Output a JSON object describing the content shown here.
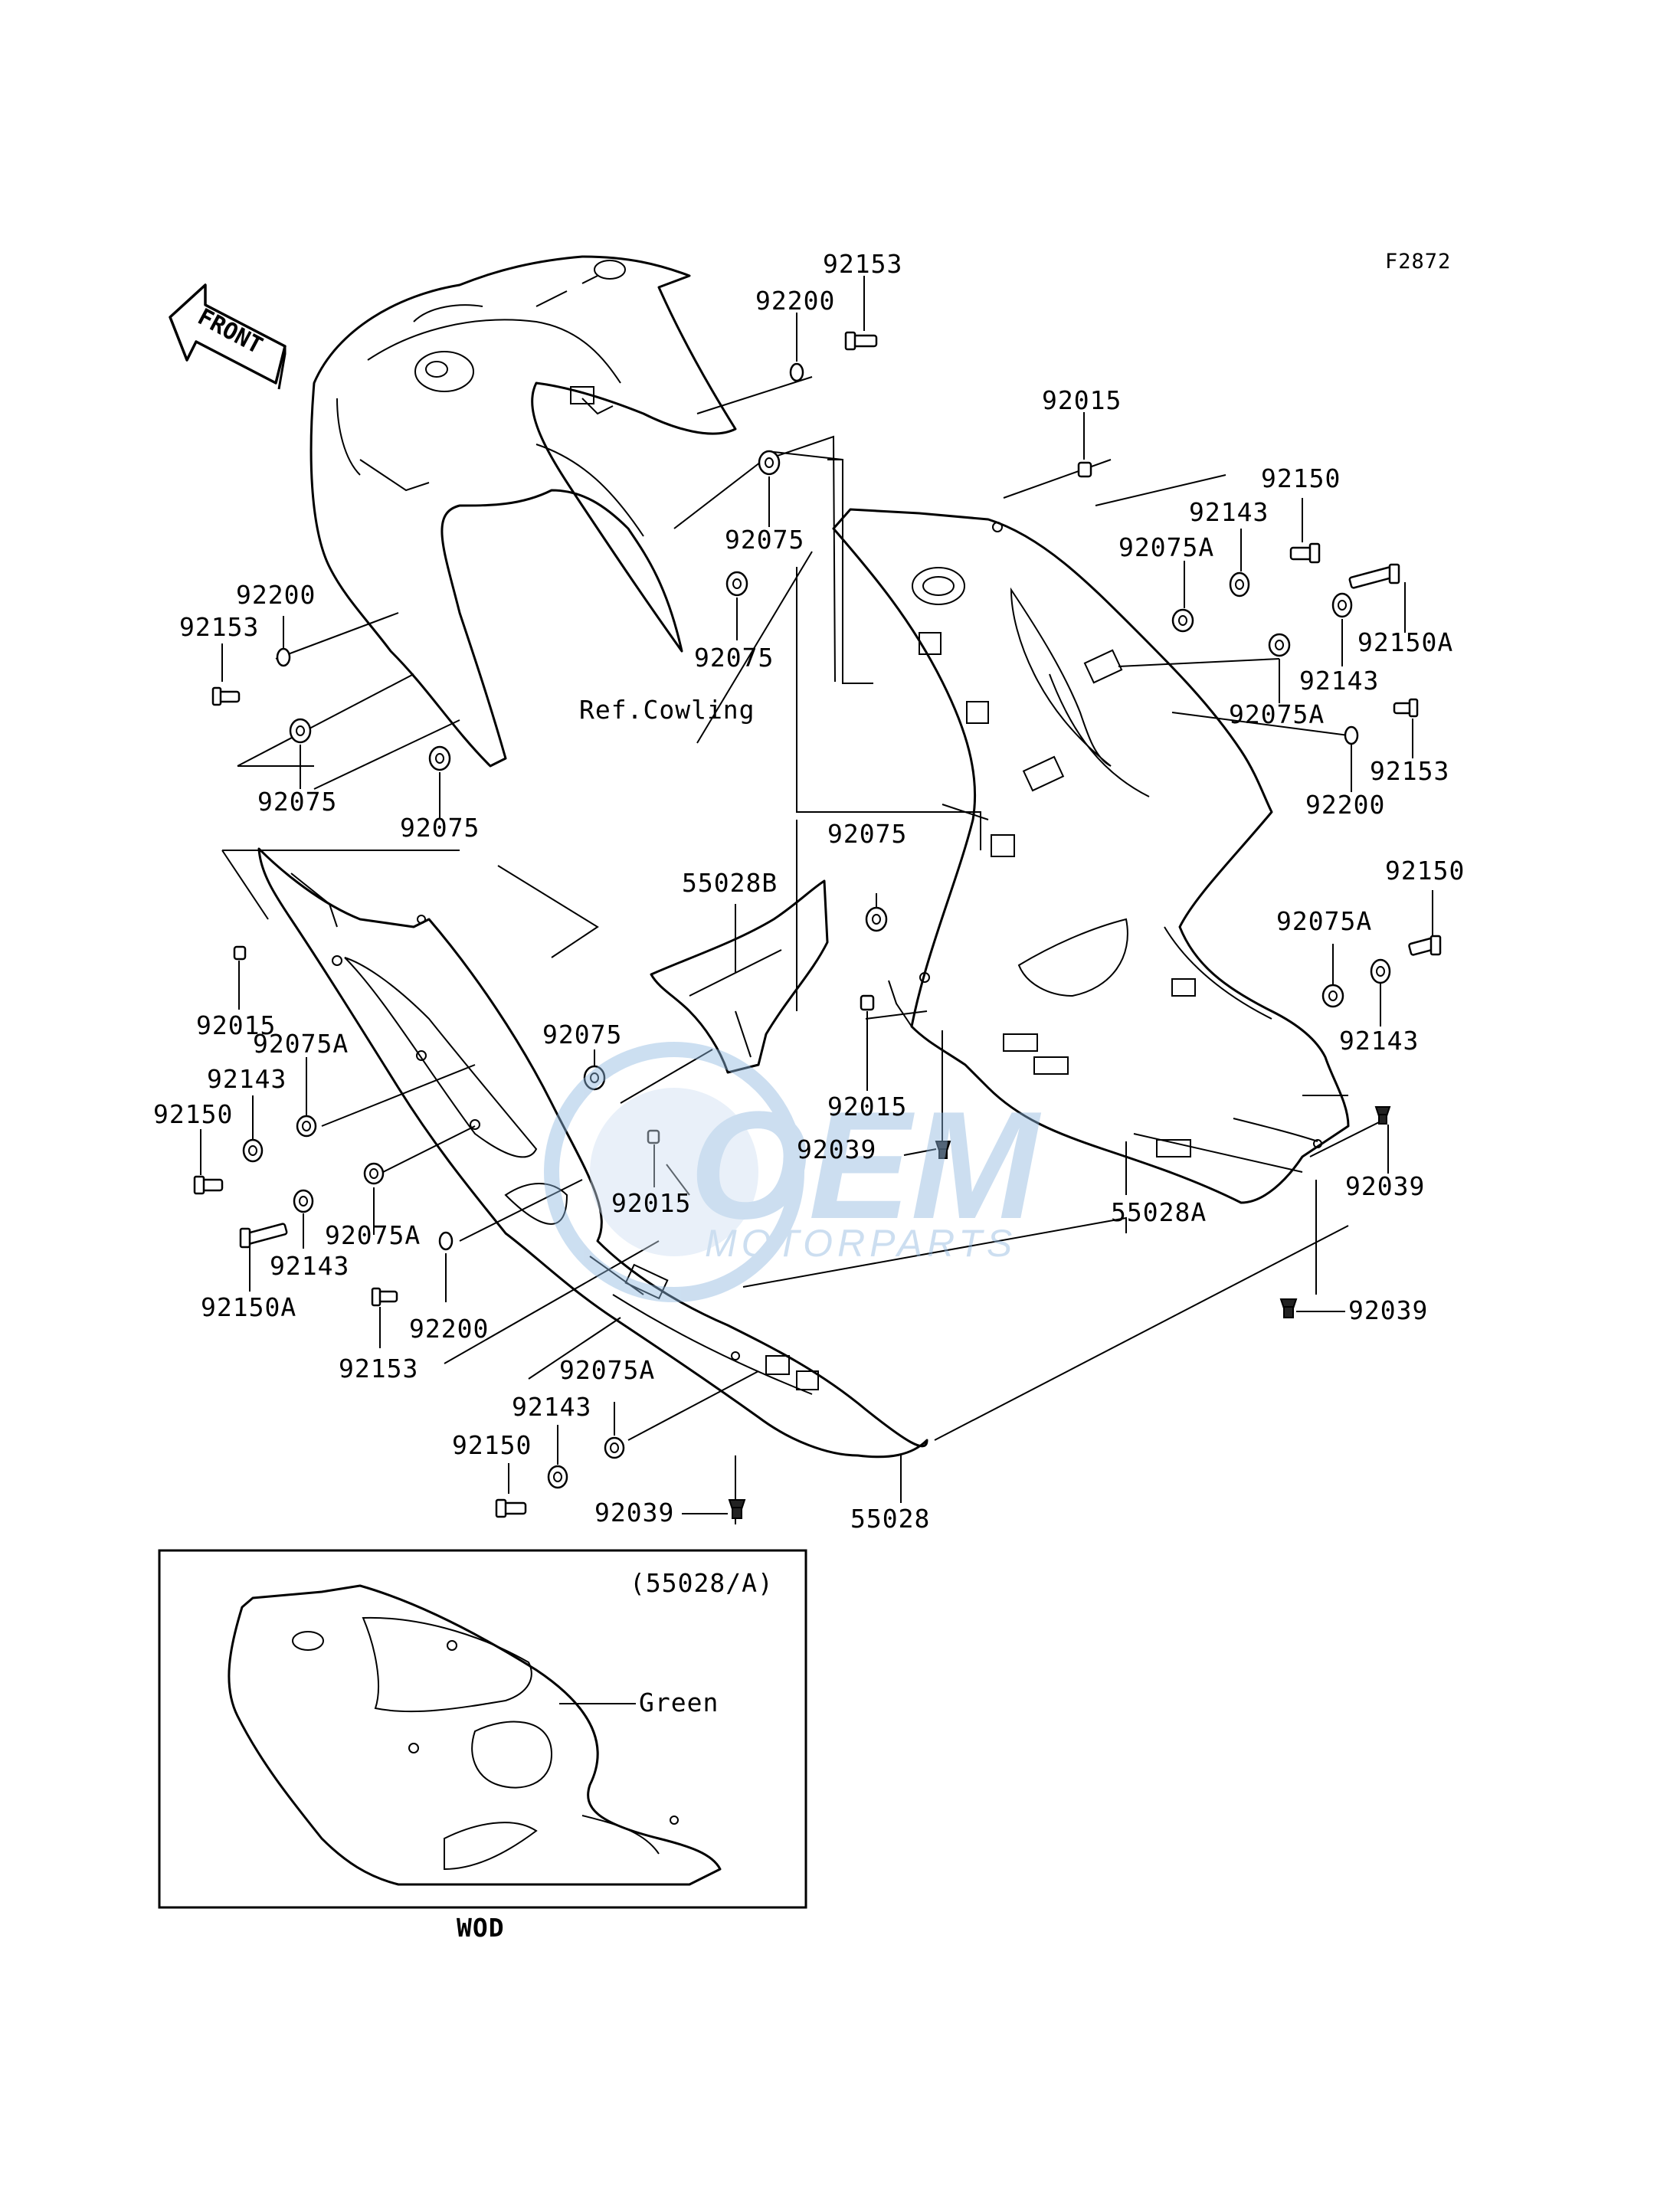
{
  "figure_code": "F2872",
  "front_arrow": {
    "label": "FRONT",
    "icon": "front-arrow-icon"
  },
  "ref_label": "Ref.Cowling",
  "parts": [
    {
      "id": "p1",
      "num": "92153"
    },
    {
      "id": "p2",
      "num": "92200"
    },
    {
      "id": "p3",
      "num": "92015"
    },
    {
      "id": "p4",
      "num": "92150"
    },
    {
      "id": "p5",
      "num": "92143"
    },
    {
      "id": "p6",
      "num": "92075A"
    },
    {
      "id": "p7",
      "num": "92075"
    },
    {
      "id": "p8",
      "num": "92075"
    },
    {
      "id": "p9",
      "num": "92200"
    },
    {
      "id": "p10",
      "num": "92153"
    },
    {
      "id": "p11",
      "num": "92150A"
    },
    {
      "id": "p12",
      "num": "92143"
    },
    {
      "id": "p13",
      "num": "92075A"
    },
    {
      "id": "p14",
      "num": "92153"
    },
    {
      "id": "p15",
      "num": "92200"
    },
    {
      "id": "p16",
      "num": "92075"
    },
    {
      "id": "p17",
      "num": "92075"
    },
    {
      "id": "p18",
      "num": "92075"
    },
    {
      "id": "p19",
      "num": "55028B"
    },
    {
      "id": "p20",
      "num": "92150"
    },
    {
      "id": "p21",
      "num": "92075A"
    },
    {
      "id": "p22",
      "num": "92143"
    },
    {
      "id": "p23",
      "num": "92015"
    },
    {
      "id": "p24",
      "num": "92075"
    },
    {
      "id": "p25",
      "num": "92075A"
    },
    {
      "id": "p26",
      "num": "92143"
    },
    {
      "id": "p27",
      "num": "92150"
    },
    {
      "id": "p28",
      "num": "92015"
    },
    {
      "id": "p29",
      "num": "92039"
    },
    {
      "id": "p30",
      "num": "92015"
    },
    {
      "id": "p31",
      "num": "92039"
    },
    {
      "id": "p32",
      "num": "55028A"
    },
    {
      "id": "p33",
      "num": "92143"
    },
    {
      "id": "p34",
      "num": "92075A"
    },
    {
      "id": "p35",
      "num": "92150A"
    },
    {
      "id": "p36",
      "num": "92200"
    },
    {
      "id": "p37",
      "num": "92153"
    },
    {
      "id": "p38",
      "num": "92039"
    },
    {
      "id": "p39",
      "num": "92075A"
    },
    {
      "id": "p40",
      "num": "92143"
    },
    {
      "id": "p41",
      "num": "92150"
    },
    {
      "id": "p42",
      "num": "92039"
    },
    {
      "id": "p43",
      "num": "55028"
    }
  ],
  "inset": {
    "caption": "(55028/A)",
    "color_label": "Green",
    "footer": "WOD"
  },
  "watermark": {
    "text": "MOTORPARTS",
    "logo_letters": "OEM",
    "color": "#8fb8e0"
  }
}
